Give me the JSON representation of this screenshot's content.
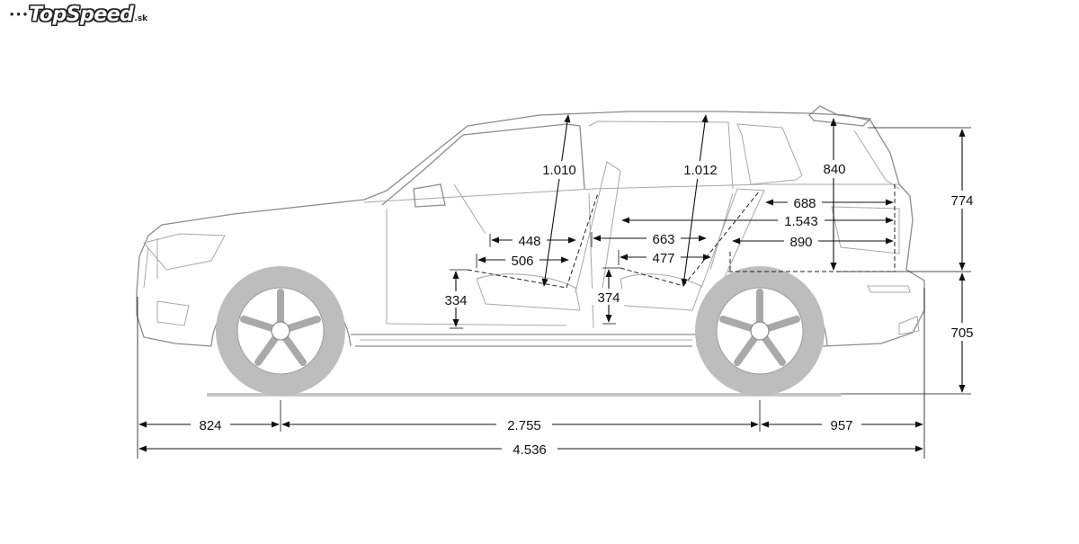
{
  "logo": {
    "dots": "•••",
    "name": "TopSpeed",
    "tld": ".sk"
  },
  "dimensions": {
    "front_overhang": "824",
    "wheelbase": "2.755",
    "rear_overhang": "957",
    "overall_length": "4.536",
    "overall_height_upper": "774",
    "overall_height_lower": "705",
    "front_headroom": "1.010",
    "rear_headroom": "1.012",
    "trunk_height": "840",
    "front_legroom_448": "448",
    "front_seat_depth": "506",
    "rear_legroom": "663",
    "rear_seat_depth": "477",
    "cargo_length_688": "688",
    "cargo_length_1543": "1.543",
    "cargo_length_890": "890",
    "front_seat_height": "334",
    "rear_seat_height": "374"
  },
  "colors": {
    "car_outline": "#8c8c8c",
    "wheel_fill": "#bfbfbf",
    "dimension_line": "#111111"
  }
}
